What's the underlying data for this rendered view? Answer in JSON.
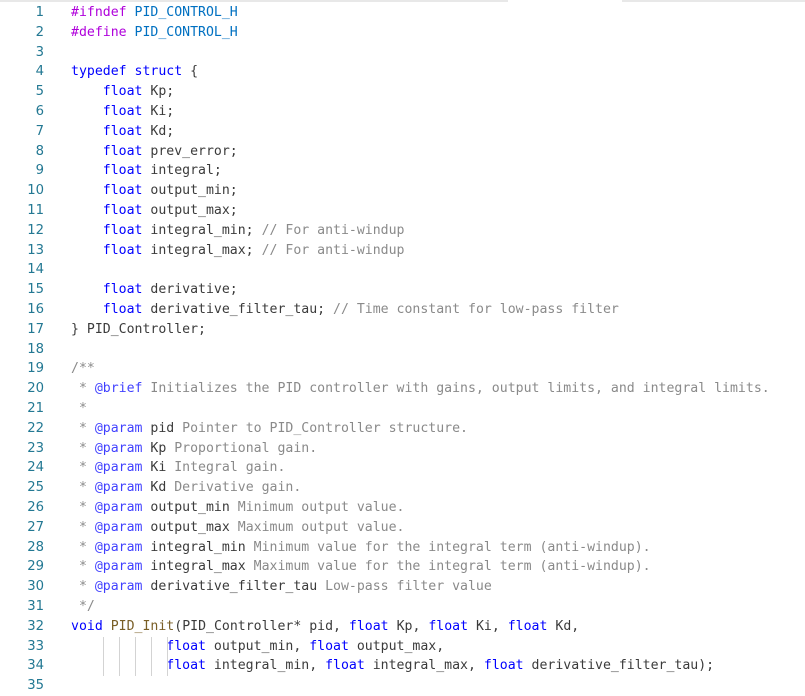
{
  "editor": {
    "lines": [
      {
        "n": "1",
        "parts": [
          [
            "pp",
            "#ifndef "
          ],
          [
            "macro",
            "PID_CONTROL_H"
          ]
        ]
      },
      {
        "n": "2",
        "parts": [
          [
            "pp",
            "#define "
          ],
          [
            "macro",
            "PID_CONTROL_H"
          ]
        ]
      },
      {
        "n": "3",
        "parts": []
      },
      {
        "n": "4",
        "parts": [
          [
            "kw",
            "typedef "
          ],
          [
            "kw",
            "struct "
          ],
          [
            "plain",
            "{"
          ]
        ]
      },
      {
        "n": "5",
        "parts": [
          [
            "plain",
            "    "
          ],
          [
            "kw",
            "float "
          ],
          [
            "plain",
            "Kp;"
          ]
        ]
      },
      {
        "n": "6",
        "parts": [
          [
            "plain",
            "    "
          ],
          [
            "kw",
            "float "
          ],
          [
            "plain",
            "Ki;"
          ]
        ]
      },
      {
        "n": "7",
        "parts": [
          [
            "plain",
            "    "
          ],
          [
            "kw",
            "float "
          ],
          [
            "plain",
            "Kd;"
          ]
        ]
      },
      {
        "n": "8",
        "parts": [
          [
            "plain",
            "    "
          ],
          [
            "kw",
            "float "
          ],
          [
            "plain",
            "prev_error;"
          ]
        ]
      },
      {
        "n": "9",
        "parts": [
          [
            "plain",
            "    "
          ],
          [
            "kw",
            "float "
          ],
          [
            "plain",
            "integral;"
          ]
        ]
      },
      {
        "n": "10",
        "parts": [
          [
            "plain",
            "    "
          ],
          [
            "kw",
            "float "
          ],
          [
            "plain",
            "output_min;"
          ]
        ]
      },
      {
        "n": "11",
        "parts": [
          [
            "plain",
            "    "
          ],
          [
            "kw",
            "float "
          ],
          [
            "plain",
            "output_max;"
          ]
        ]
      },
      {
        "n": "12",
        "parts": [
          [
            "plain",
            "    "
          ],
          [
            "kw",
            "float "
          ],
          [
            "plain",
            "integral_min; "
          ],
          [
            "cm-doc",
            "// For anti-windup"
          ]
        ]
      },
      {
        "n": "13",
        "parts": [
          [
            "plain",
            "    "
          ],
          [
            "kw",
            "float "
          ],
          [
            "plain",
            "integral_max; "
          ],
          [
            "cm-doc",
            "// For anti-windup"
          ]
        ]
      },
      {
        "n": "14",
        "parts": []
      },
      {
        "n": "15",
        "parts": [
          [
            "plain",
            "    "
          ],
          [
            "kw",
            "float "
          ],
          [
            "plain",
            "derivative;"
          ]
        ]
      },
      {
        "n": "16",
        "parts": [
          [
            "plain",
            "    "
          ],
          [
            "kw",
            "float "
          ],
          [
            "plain",
            "derivative_filter_tau; "
          ],
          [
            "cm-doc",
            "// Time constant for low-pass filter"
          ]
        ]
      },
      {
        "n": "17",
        "parts": [
          [
            "plain",
            "} PID_Controller;"
          ]
        ]
      },
      {
        "n": "18",
        "parts": []
      },
      {
        "n": "19",
        "parts": [
          [
            "cm-doc",
            "/**"
          ]
        ]
      },
      {
        "n": "20",
        "parts": [
          [
            "cm-doc",
            " * "
          ],
          [
            "tag",
            "@brief"
          ],
          [
            "cm-doc",
            " Initializes the PID controller with gains, output limits, and integral limits."
          ]
        ]
      },
      {
        "n": "21",
        "parts": [
          [
            "cm-doc",
            " *"
          ]
        ]
      },
      {
        "n": "22",
        "parts": [
          [
            "cm-doc",
            " * "
          ],
          [
            "tag",
            "@param"
          ],
          [
            "plain",
            " pid"
          ],
          [
            "cm-doc",
            " Pointer to PID_Controller structure."
          ]
        ]
      },
      {
        "n": "23",
        "parts": [
          [
            "cm-doc",
            " * "
          ],
          [
            "tag",
            "@param"
          ],
          [
            "plain",
            " Kp"
          ],
          [
            "cm-doc",
            " Proportional gain."
          ]
        ]
      },
      {
        "n": "24",
        "parts": [
          [
            "cm-doc",
            " * "
          ],
          [
            "tag",
            "@param"
          ],
          [
            "plain",
            " Ki"
          ],
          [
            "cm-doc",
            " Integral gain."
          ]
        ]
      },
      {
        "n": "25",
        "parts": [
          [
            "cm-doc",
            " * "
          ],
          [
            "tag",
            "@param"
          ],
          [
            "plain",
            " Kd"
          ],
          [
            "cm-doc",
            " Derivative gain."
          ]
        ]
      },
      {
        "n": "26",
        "parts": [
          [
            "cm-doc",
            " * "
          ],
          [
            "tag",
            "@param"
          ],
          [
            "plain",
            " output_min"
          ],
          [
            "cm-doc",
            " Minimum output value."
          ]
        ]
      },
      {
        "n": "27",
        "parts": [
          [
            "cm-doc",
            " * "
          ],
          [
            "tag",
            "@param"
          ],
          [
            "plain",
            " output_max"
          ],
          [
            "cm-doc",
            " Maximum output value."
          ]
        ]
      },
      {
        "n": "28",
        "parts": [
          [
            "cm-doc",
            " * "
          ],
          [
            "tag",
            "@param"
          ],
          [
            "plain",
            " integral_min"
          ],
          [
            "cm-doc",
            " Minimum value for the integral term (anti-windup)."
          ]
        ]
      },
      {
        "n": "29",
        "parts": [
          [
            "cm-doc",
            " * "
          ],
          [
            "tag",
            "@param"
          ],
          [
            "plain",
            " integral_max"
          ],
          [
            "cm-doc",
            " Maximum value for the integral term (anti-windup)."
          ]
        ]
      },
      {
        "n": "30",
        "parts": [
          [
            "cm-doc",
            " * "
          ],
          [
            "tag",
            "@param"
          ],
          [
            "plain",
            " derivative_filter_tau"
          ],
          [
            "cm-doc",
            " Low-pass filter value"
          ]
        ]
      },
      {
        "n": "31",
        "parts": [
          [
            "cm-doc",
            " */"
          ]
        ]
      },
      {
        "n": "32",
        "parts": [
          [
            "kw",
            "void "
          ],
          [
            "fn",
            "PID_Init"
          ],
          [
            "plain",
            "("
          ],
          [
            "plain",
            "PID_Controller* pid, "
          ],
          [
            "kw",
            "float "
          ],
          [
            "plain",
            "Kp, "
          ],
          [
            "kw",
            "float "
          ],
          [
            "plain",
            "Ki, "
          ],
          [
            "kw",
            "float "
          ],
          [
            "plain",
            "Kd,"
          ]
        ]
      },
      {
        "n": "33",
        "parts": [
          [
            "plain",
            "            "
          ],
          [
            "kw",
            "float "
          ],
          [
            "plain",
            "output_min, "
          ],
          [
            "kw",
            "float "
          ],
          [
            "plain",
            "output_max,"
          ]
        ]
      },
      {
        "n": "34",
        "parts": [
          [
            "plain",
            "            "
          ],
          [
            "kw",
            "float "
          ],
          [
            "plain",
            "integral_min, "
          ],
          [
            "kw",
            "float "
          ],
          [
            "plain",
            "integral_max, "
          ],
          [
            "kw",
            "float "
          ],
          [
            "plain",
            "derivative_filter_tau);"
          ]
        ]
      },
      {
        "n": "35",
        "parts": []
      }
    ]
  },
  "colors": {
    "background": "#ffffff",
    "line_number": "#237893",
    "keyword": "#0000ff",
    "function": "#795e26",
    "comment": "#8a8a8a",
    "preprocessor": "#af00db",
    "macro": "#0070c1",
    "text": "#3b3b3b"
  }
}
